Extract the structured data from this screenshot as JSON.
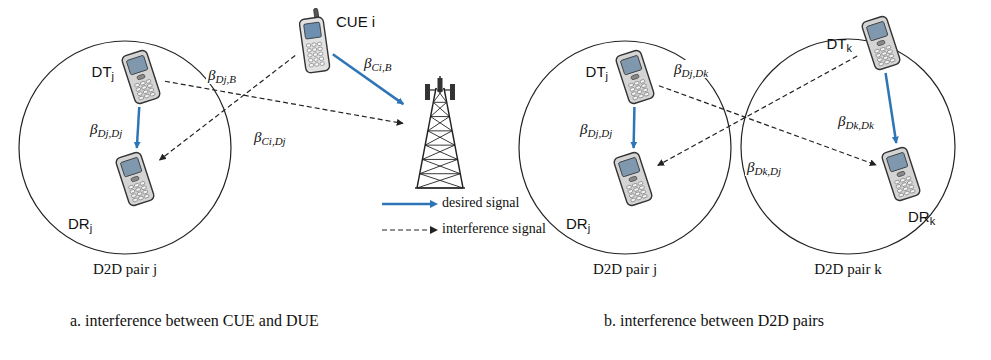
{
  "diagram": {
    "nodes": [
      {
        "text": [
          "D2D pair j"
        ]
      },
      {
        "text": [
          "DTj"
        ],
        "in": 0
      },
      {
        "text": [
          "DRj"
        ],
        "in": 0
      },
      {
        "text": [
          "CUE i"
        ]
      },
      {
        "text": []
      },
      {
        "text": [
          "D2D pair j"
        ]
      },
      {
        "text": [
          "DTj"
        ],
        "in": 5
      },
      {
        "text": [
          "DRj"
        ],
        "in": 5
      },
      {
        "text": [
          "D2D pair k"
        ]
      },
      {
        "text": [
          "DTk"
        ],
        "in": 8
      },
      {
        "text": [
          "DRk"
        ],
        "in": 8
      }
    ],
    "edges": [
      {
        "from": 1,
        "to": 2,
        "label": "βDj,Dj",
        "arrow": "to"
      },
      {
        "from": 1,
        "to": 4,
        "label": "βDj,B",
        "arrow": "to"
      },
      {
        "from": 3,
        "to": 2,
        "label": "βCi,Dj",
        "arrow": "to"
      },
      {
        "from": 3,
        "to": 4,
        "label": "βCi,B",
        "arrow": "to"
      },
      {
        "from": 6,
        "to": 7,
        "label": "βDj,Dj",
        "arrow": "to"
      },
      {
        "from": 6,
        "to": 10,
        "label": "βDj,Dk",
        "arrow": "to"
      },
      {
        "from": 9,
        "to": 7,
        "label": "βDk,Dj",
        "arrow": "to"
      },
      {
        "from": 9,
        "to": 10,
        "label": "βDk,Dk",
        "arrow": "to"
      }
    ],
    "labels": [
      "a. interference between CUE and DUE",
      "b. interference between D2D pairs"
    ],
    "legend": [
      {
        "text": "desired signal"
      },
      {
        "text": "interference signal"
      }
    ]
  }
}
